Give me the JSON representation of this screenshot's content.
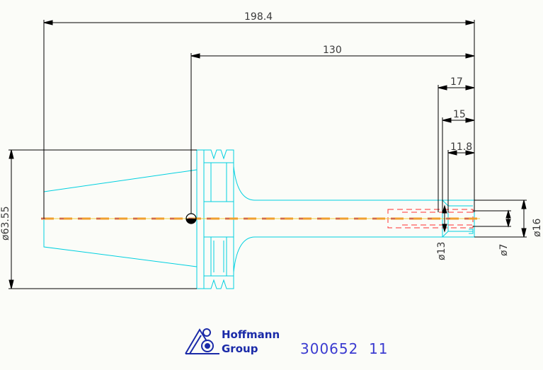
{
  "dimensions": {
    "overall_length": "198.4",
    "gauge_length": "130",
    "d17": "17",
    "d15": "15",
    "d11_8": "11.8",
    "flange_dia": "ø63.55",
    "shank_dia": "ø16",
    "bore_dia": "ø13",
    "inner_dia": "ø7"
  },
  "logo": {
    "line1": "Hoffmann",
    "line2": "Group"
  },
  "part_number": "300652  11",
  "colors": {
    "dimension": "#000000",
    "outline": "#00d0e0",
    "centerline": "#f0a030",
    "hidden": "#ff3030",
    "logo": "#1a2aa8"
  }
}
